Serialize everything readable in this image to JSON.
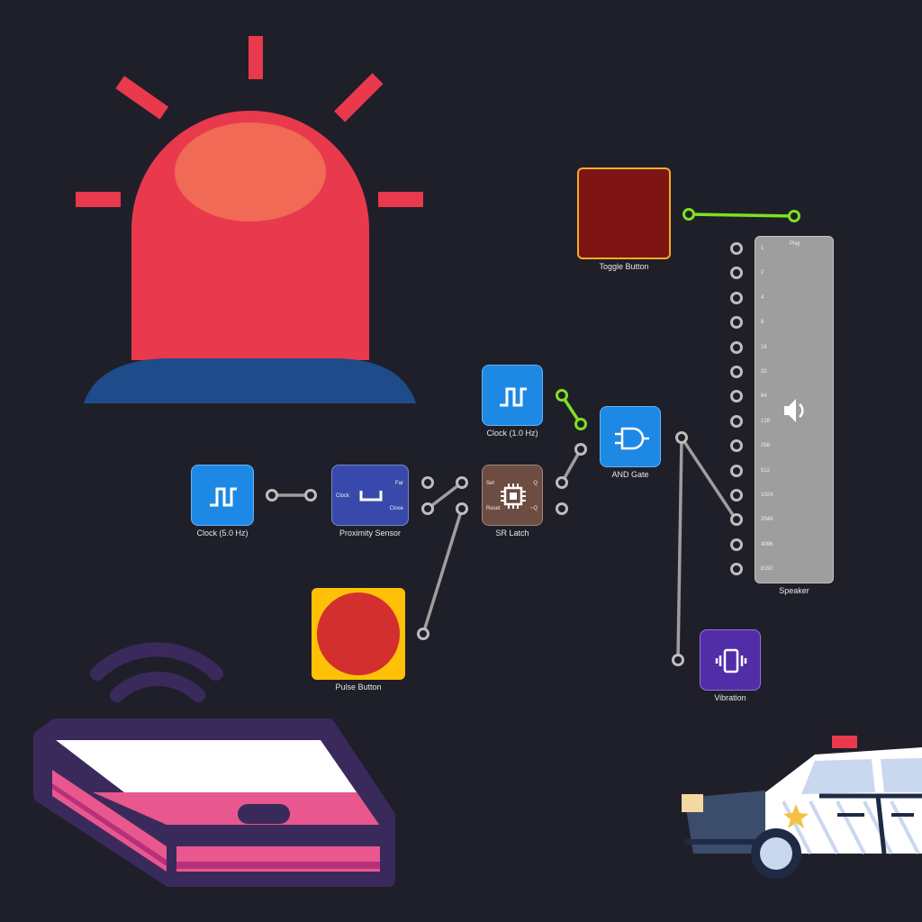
{
  "colors": {
    "background": "#1f1f2a",
    "wire": "#9e9e9e",
    "wire_active": "#7ee11f",
    "clock_block": "#1e88e5",
    "sensor_block": "#3949ab",
    "latch_block": "#6d4c41",
    "gate_block": "#1e88e5",
    "toggle_block": "#7f1414",
    "toggle_border": "#f0b020",
    "pulse_block": "#ffc107",
    "pulse_circle": "#d32f2f",
    "vibration_block": "#512da8",
    "speaker_block": "#9e9e9e"
  },
  "nodes": {
    "clock5": {
      "label": "Clock (5.0 Hz)",
      "icon": "square-wave-icon"
    },
    "proximity": {
      "label": "Proximity Sensor",
      "icon": "proximity-icon",
      "input_clock": "Clock",
      "output_far": "Far",
      "output_close": "Close"
    },
    "srlatch": {
      "label": "SR Latch",
      "icon": "chip-icon",
      "input_set": "Set",
      "input_reset": "Reset",
      "output_q": "Q",
      "output_nq": "~Q"
    },
    "clock1": {
      "label": "Clock (1.0 Hz)",
      "icon": "square-wave-icon"
    },
    "andgate": {
      "label": "AND Gate",
      "icon": "and-gate-icon"
    },
    "toggle": {
      "label": "Toggle Button"
    },
    "pulse": {
      "label": "Pulse Button"
    },
    "vibration": {
      "label": "Vibration",
      "icon": "vibration-icon"
    },
    "speaker": {
      "label": "Speaker",
      "icon": "speaker-icon",
      "play": "Play",
      "inputs": [
        "1",
        "2",
        "4",
        "8",
        "16",
        "32",
        "64",
        "128",
        "256",
        "512",
        "1024",
        "2048",
        "4096",
        "8192"
      ]
    }
  },
  "decorations": [
    "siren-light",
    "smartphone-signal",
    "police-car"
  ]
}
